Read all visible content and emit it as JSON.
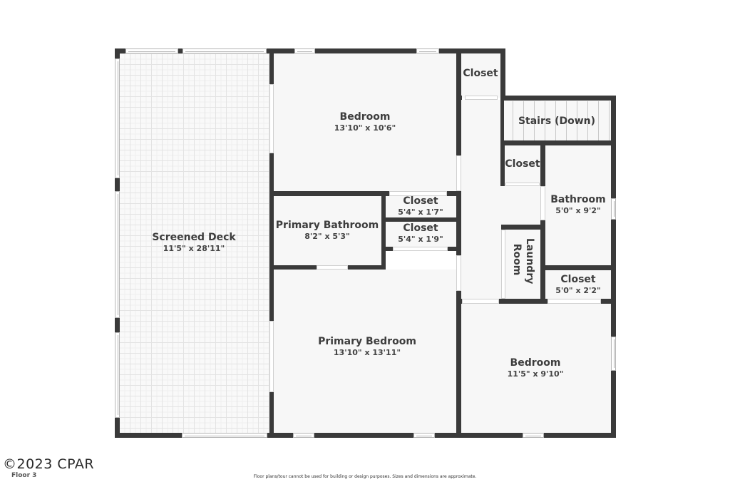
{
  "plan": {
    "rooms": [
      {
        "id": "screened-deck",
        "name": "Screened Deck",
        "dims": "11'5\" x 28'11\""
      },
      {
        "id": "bedroom-top",
        "name": "Bedroom",
        "dims": "13'10\" x 10'6\""
      },
      {
        "id": "closet-top",
        "name": "Closet",
        "dims": ""
      },
      {
        "id": "stairs",
        "name": "Stairs (Down)",
        "dims": ""
      },
      {
        "id": "closet-small",
        "name": "Closet",
        "dims": ""
      },
      {
        "id": "bathroom",
        "name": "Bathroom",
        "dims": "5'0\" x 9'2\""
      },
      {
        "id": "primary-bathroom",
        "name": "Primary Bathroom",
        "dims": "8'2\" x 5'3\""
      },
      {
        "id": "closet-a",
        "name": "Closet",
        "dims": "5'4\" x 1'7\""
      },
      {
        "id": "closet-b",
        "name": "Closet",
        "dims": "5'4\" x 1'9\""
      },
      {
        "id": "laundry-room",
        "name": "Laundry Room",
        "dims": ""
      },
      {
        "id": "closet-c",
        "name": "Closet",
        "dims": "5'0\" x 2'2\""
      },
      {
        "id": "primary-bedroom",
        "name": "Primary Bedroom",
        "dims": "13'10\" x 13'11\""
      },
      {
        "id": "bedroom-bottom",
        "name": "Bedroom",
        "dims": "11'5\" x 9'10\""
      }
    ]
  },
  "footer": {
    "copyright": "©2023 CPAR",
    "floor": "Floor 3",
    "disclaimer": "Floor plans/tour cannot be used for building or design purposes. Sizes and dimensions are approximate."
  },
  "colors": {
    "wall": "#3a3a3a",
    "floor": "#f7f7f7",
    "text": "#3d3d3d"
  }
}
